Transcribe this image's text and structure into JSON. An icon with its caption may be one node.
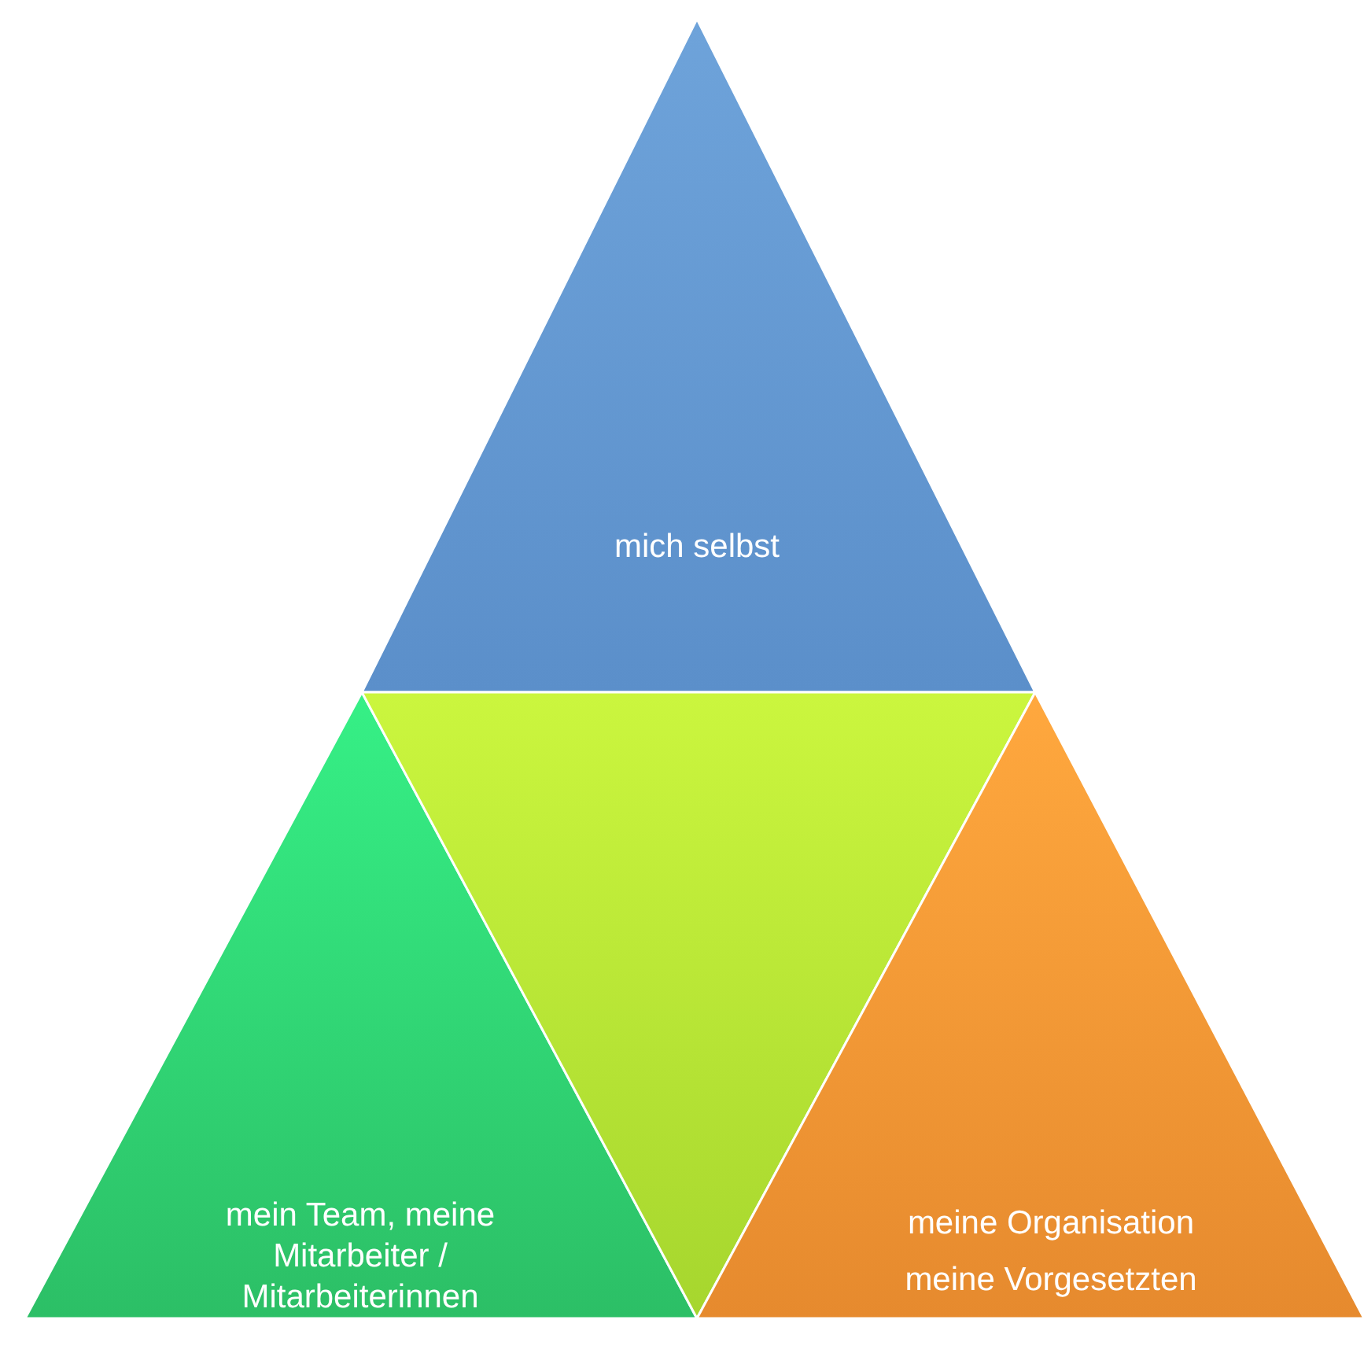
{
  "diagram": {
    "nodes": [
      {
        "text": [
          "mich selbst"
        ]
      },
      {
        "text": [
          "mein Team, meine Mitarbeiter / Mitarbeiterinnen"
        ]
      },
      {
        "text": [],
        "shape": "triangle"
      },
      {
        "text": [
          "meine Organisation",
          "meine Vorgesetzten"
        ]
      }
    ]
  }
}
